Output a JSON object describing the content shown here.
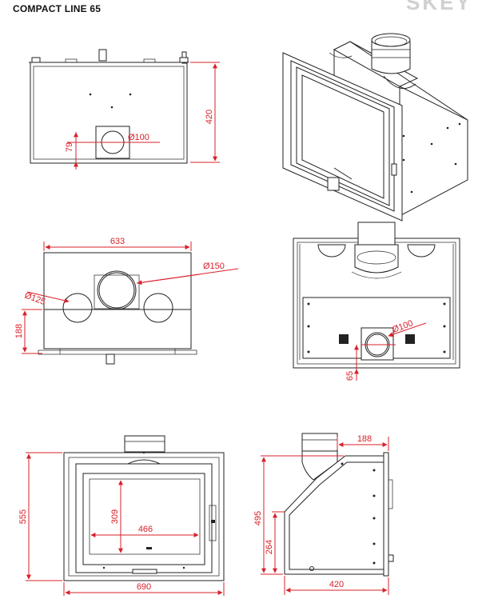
{
  "title": "COMPACT LINE 65",
  "corner_text": "SKEY",
  "colors": {
    "dimension": "#d8202a",
    "line": "#222222"
  },
  "views": {
    "top": {
      "height": "420",
      "offset": "79",
      "flue": "Ø100"
    },
    "iso": {},
    "underside": {
      "width": "633",
      "top_outlet": "Ø150",
      "side_outlets": "Ø125",
      "depth": "188"
    },
    "rear": {
      "outlet": "Ø100",
      "offset": "65"
    },
    "front": {
      "height": "555",
      "width": "690",
      "glass_height": "309",
      "glass_width": "466"
    },
    "side": {
      "top": "188",
      "height": "495",
      "lower_height": "264",
      "depth": "420"
    }
  }
}
